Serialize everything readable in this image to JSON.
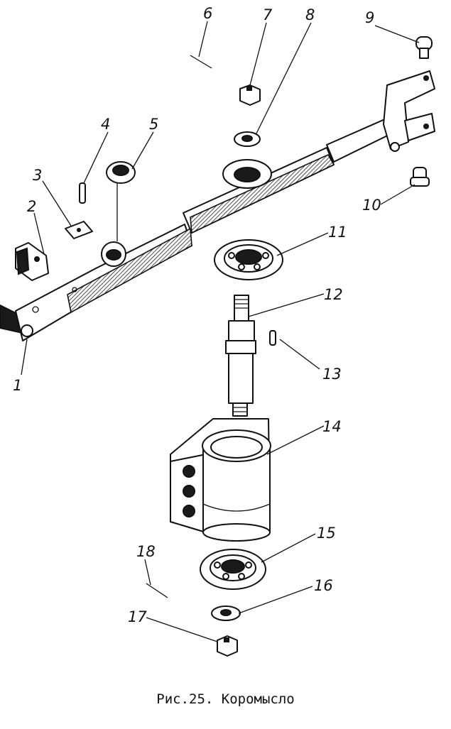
{
  "figure": {
    "caption": "Рис.25. Коромысло"
  },
  "labels": [
    "1",
    "2",
    "3",
    "4",
    "5",
    "6",
    "7",
    "8",
    "9",
    "10",
    "11",
    "12",
    "13",
    "14",
    "15",
    "16",
    "17",
    "18"
  ]
}
